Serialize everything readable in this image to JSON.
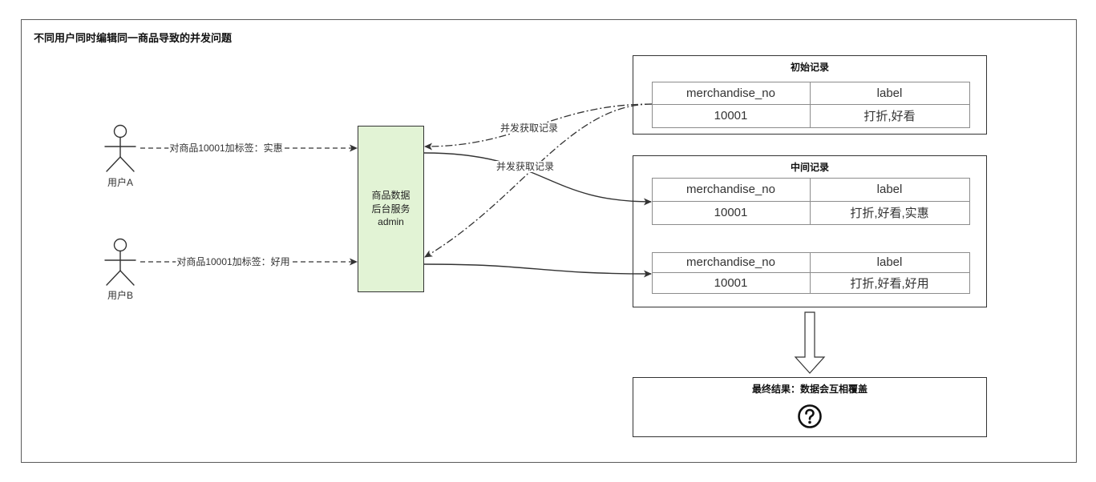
{
  "title": "不同用户同时编辑同一商品导致的并发问题",
  "actors": [
    {
      "label": "用户A",
      "icon": "user-stick-figure-icon",
      "action": "对商品10001加标签：实惠"
    },
    {
      "label": "用户B",
      "icon": "user-stick-figure-icon",
      "action": "对商品10001加标签：好用"
    }
  ],
  "service": {
    "lines": [
      "商品数据",
      "后台服务",
      "admin"
    ],
    "fill": "#e2f3d5"
  },
  "fetch_labels": [
    "并发获取记录",
    "并发获取记录"
  ],
  "initial_record": {
    "title": "初始记录",
    "headers": [
      "merchandise_no",
      "label"
    ],
    "rows": [
      [
        "10001",
        "打折,好看"
      ]
    ]
  },
  "intermediate_record": {
    "title": "中间记录",
    "tables": [
      {
        "headers": [
          "merchandise_no",
          "label"
        ],
        "rows": [
          [
            "10001",
            "打折,好看,实惠"
          ]
        ]
      },
      {
        "headers": [
          "merchandise_no",
          "label"
        ],
        "rows": [
          [
            "10001",
            "打折,好看,好用"
          ]
        ]
      }
    ]
  },
  "final_result": {
    "title": "最终结果：数据会互相覆盖",
    "icon": "question-circle-icon"
  }
}
